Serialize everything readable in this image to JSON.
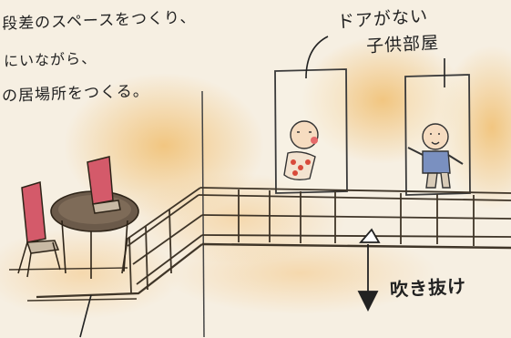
{
  "annotations": {
    "left_line1": "段差のスペースをつくり、",
    "left_line2": "にいながら、",
    "left_line3": "の居場所をつくる。",
    "door_line1": "ドアがない",
    "door_line2": "子供部屋",
    "void_label": "吹き抜け"
  },
  "colors": {
    "paper": "#f6efe2",
    "glow": "#f0b860",
    "chair_pink": "#d45a6a",
    "wood": "#5a4a3a"
  }
}
